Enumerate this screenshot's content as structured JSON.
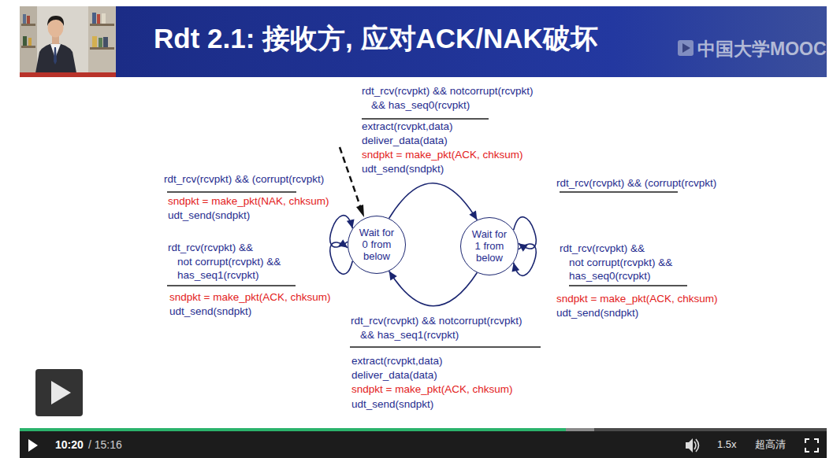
{
  "diagram": {
    "title": "Rdt 2.1: 接收方, 应对ACK/NAK破坏",
    "nodes": [
      {
        "text": [
          "Wait for 0 from below"
        ]
      },
      {
        "text": [
          "Wait for 1 from below"
        ]
      }
    ],
    "edges": [
      {
        "from": 0,
        "to": 1,
        "label": "rdt_rcv(rcvpkt) && notcorrupt(rcvpkt) && has_seq0(rcvpkt)",
        "arrow": "to"
      },
      {
        "from": 1,
        "to": 0,
        "label": "rdt_rcv(rcvpkt) && notcorrupt(rcvpkt) && has_seq1(rcvpkt)",
        "arrow": "to"
      },
      {
        "from": 0,
        "to": 0,
        "label": "rdt_rcv(rcvpkt) && (corrupt(rcvpkt)",
        "arrow": "to"
      },
      {
        "from": 0,
        "to": 0,
        "label": "rdt_rcv(rcvpkt) && not corrupt(rcvpkt) && has_seq1(rcvpkt)",
        "arrow": "to"
      },
      {
        "from": 1,
        "to": 1,
        "label": "rdt_rcv(rcvpkt) && (corrupt(rcvpkt)",
        "arrow": "to"
      },
      {
        "from": 1,
        "to": 1,
        "label": "rdt_rcv(rcvpkt) && not corrupt(rcvpkt) && has_seq0(rcvpkt)",
        "arrow": "to"
      }
    ],
    "labels": [
      "中国大学MOOC",
      "extract(rcvpkt,data)",
      "deliver_data(data)",
      "sndpkt = make_pkt(ACK, chksum)",
      "udt_send(sndpkt)",
      "sndpkt = make_pkt(NAK, chksum)",
      "udt_send(sndpkt)",
      "sndpkt = make_pkt(ACK, chksum)",
      "udt_send(sndpkt)",
      "sndpkt = make_pkt(ACK, chksum)",
      "udt_send(sndpkt)",
      "extract(rcvpkt,data)",
      "deliver_data(data)",
      "sndpkt = make_pkt(ACK, chksum)",
      "udt_send(sndpkt)",
      "10:20",
      "/ 15:16",
      "1.5x",
      "超高清"
    ]
  }
}
